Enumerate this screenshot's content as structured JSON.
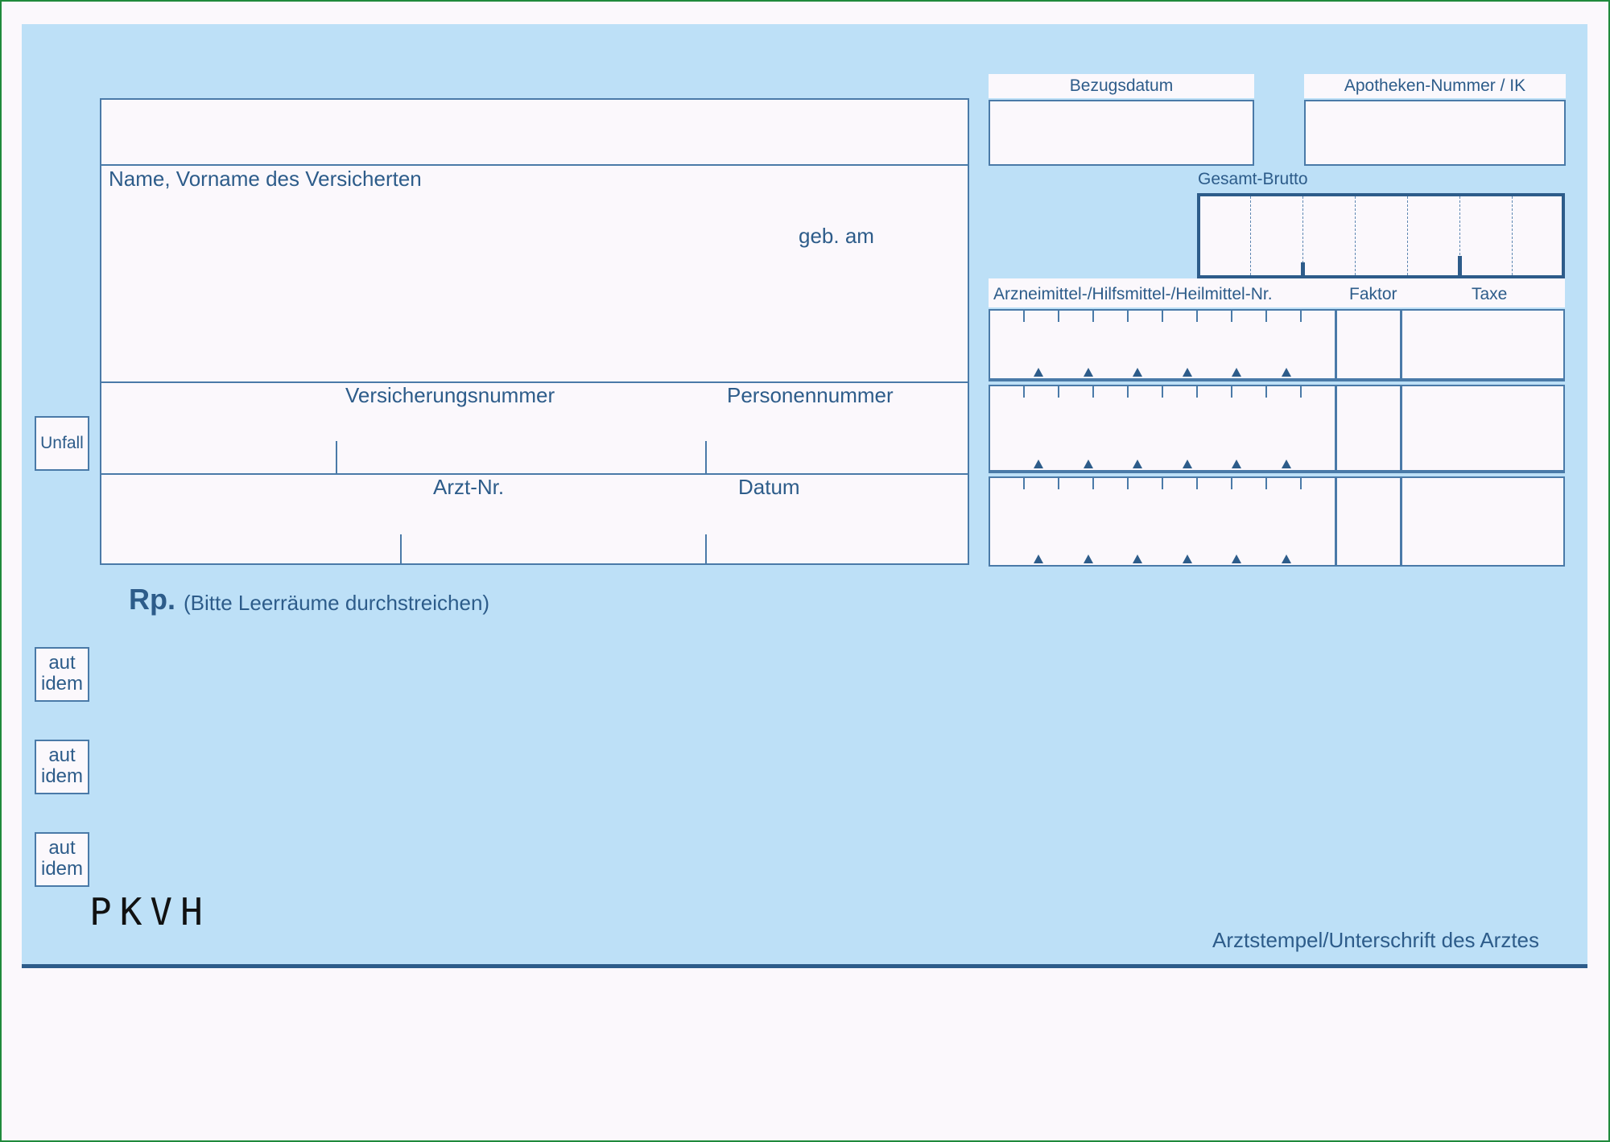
{
  "form": {
    "name_label": "Name, Vorname des Versicherten",
    "geb_label": "geb. am",
    "versicherungsnummer_label": "Versicherungsnummer",
    "personennummer_label": "Personennummer",
    "arzt_nr_label": "Arzt-Nr.",
    "datum_label": "Datum",
    "unfall_label": "Unfall",
    "rp_label": "Rp.",
    "rp_hint": "(Bitte Leerräume durchstreichen)",
    "aut_idem": [
      "aut\nidem",
      "aut\nidem",
      "aut\nidem"
    ],
    "pkvh_mark": "PKVH",
    "signature_label": "Arztstempel/Unterschrift des Arztes"
  },
  "pharmacy": {
    "bezugsdatum_label": "Bezugsdatum",
    "apotheken_label": "Apotheken-Nummer / IK",
    "gesamt_brutto_label": "Gesamt-Brutto",
    "arzneimittel_label": "Arzneimittel-/Hilfsmittel-/Heilmittel-Nr.",
    "faktor_label": "Faktor",
    "taxe_label": "Taxe"
  },
  "colors": {
    "form_blue": "#bde0f7",
    "ink": "#2d5c8a",
    "paper": "#fbf8fc",
    "frame": "#1f8a3c"
  }
}
